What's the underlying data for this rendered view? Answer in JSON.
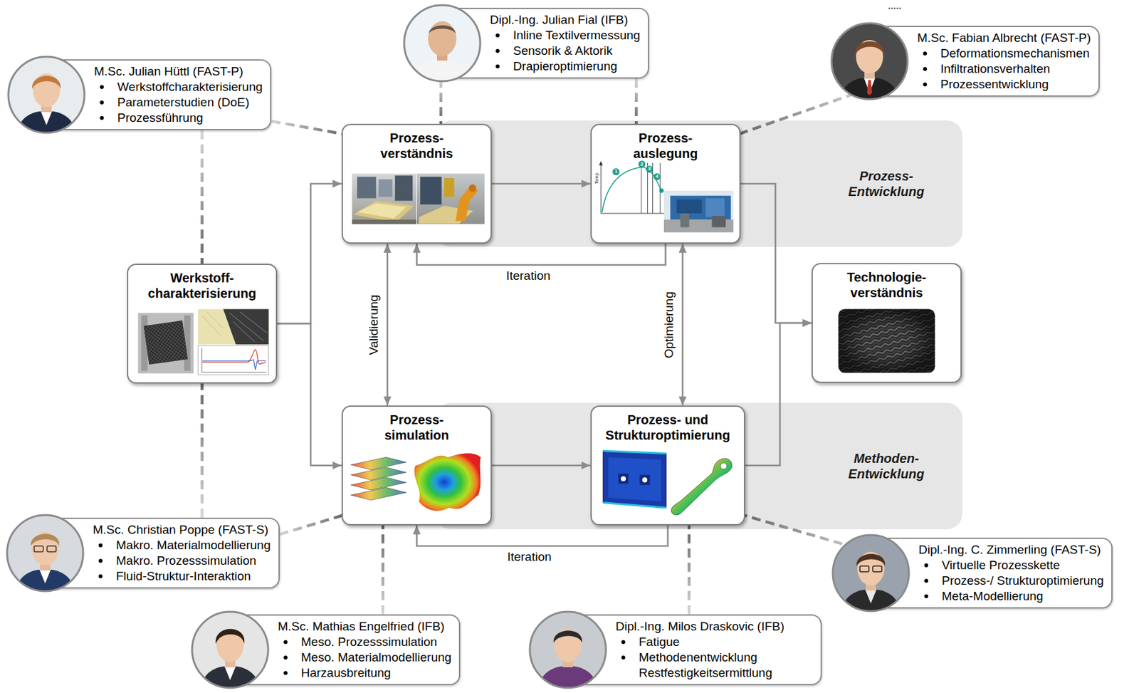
{
  "diagram": {
    "nodes": [
      {
        "text": [
          "M.Sc. Julian Hüttl (FAST-P)",
          "Werkstoffcharakterisierung",
          "Parameterstudien (DoE)",
          "Prozessführung"
        ]
      },
      {
        "text": [
          "Dipl.-Ing. Julian Fial (IFB)",
          "Inline Textilvermessung",
          "Sensorik & Aktorik",
          "Drapieroptimierung"
        ]
      },
      {
        "text": [
          "M.Sc. Fabian Albrecht (FAST-P)",
          "Deformationsmechanismen",
          "Infiltrationsverhalten",
          "Prozessentwicklung"
        ]
      },
      {
        "text": [
          "Prozess- Entwicklung"
        ]
      },
      {
        "text": [
          "Prozess- verständnis"
        ]
      },
      {
        "text": [
          "Prozess- auslegung"
        ]
      },
      {
        "text": [
          "Werkstoff- charakterisierung"
        ]
      },
      {
        "text": [
          "Technologie- verständnis"
        ]
      },
      {
        "text": [
          "Methoden- Entwicklung"
        ]
      },
      {
        "text": [
          "Prozess- simulation"
        ]
      },
      {
        "text": [
          "Prozess- und Strukturoptimierung"
        ]
      },
      {
        "text": [
          "M.Sc. Christian Poppe (FAST-S)",
          "Makro. Materialmodellierung",
          "Makro. Prozesssimulation",
          "Fluid-Struktur-Interaktion"
        ]
      },
      {
        "text": [
          "Dipl.-Ing. C. Zimmerling (FAST-S)",
          "Virtuelle Prozesskette",
          "Prozess-/ Strukturoptimierung",
          "Meta-Modellierung"
        ]
      },
      {
        "text": [
          "M.Sc. Mathias Engelfried (IFB)",
          "Meso. Prozesssimulation",
          "Meso. Materialmodellierung",
          "Harzausbreitung"
        ]
      },
      {
        "text": [
          "Dipl.-Ing. Milos Draskovic (IFB)",
          "Fatigue",
          "Methodenentwicklung Restfestigkeitsermittlung"
        ]
      }
    ],
    "edges": [
      {
        "from": 6,
        "to": 4,
        "arrow": "to"
      },
      {
        "from": 6,
        "to": 9,
        "arrow": "to"
      },
      {
        "from": 4,
        "to": 5,
        "arrow": "to"
      },
      {
        "from": 5,
        "to": 4,
        "label": "Iteration",
        "arrow": "to"
      },
      {
        "from": 4,
        "to": 9,
        "label": "Validierung",
        "arrow": "both"
      },
      {
        "from": 5,
        "to": 10,
        "label": "Optimierung",
        "arrow": "both"
      },
      {
        "from": 9,
        "to": 10,
        "arrow": "to"
      },
      {
        "from": 10,
        "to": 9,
        "label": "Iteration",
        "arrow": "to"
      },
      {
        "from": 5,
        "to": 7,
        "arrow": "to"
      },
      {
        "from": 10,
        "to": 7,
        "arrow": "to"
      },
      {
        "from": 0,
        "to": 4,
        "arrow": "none"
      },
      {
        "from": 0,
        "to": 6,
        "arrow": "none"
      },
      {
        "from": 1,
        "to": 4,
        "arrow": "none"
      },
      {
        "from": 1,
        "to": 5,
        "arrow": "none"
      },
      {
        "from": 2,
        "to": 5,
        "arrow": "none"
      },
      {
        "from": 11,
        "to": 9,
        "arrow": "none"
      },
      {
        "from": 11,
        "to": 6,
        "arrow": "none"
      },
      {
        "from": 13,
        "to": 9,
        "arrow": "none"
      },
      {
        "from": 14,
        "to": 10,
        "arrow": "none"
      },
      {
        "from": 12,
        "to": 10,
        "arrow": "none"
      }
    ],
    "labels": [
      ".....",
      "Temp.",
      "1",
      "2",
      "3",
      "4"
    ]
  }
}
